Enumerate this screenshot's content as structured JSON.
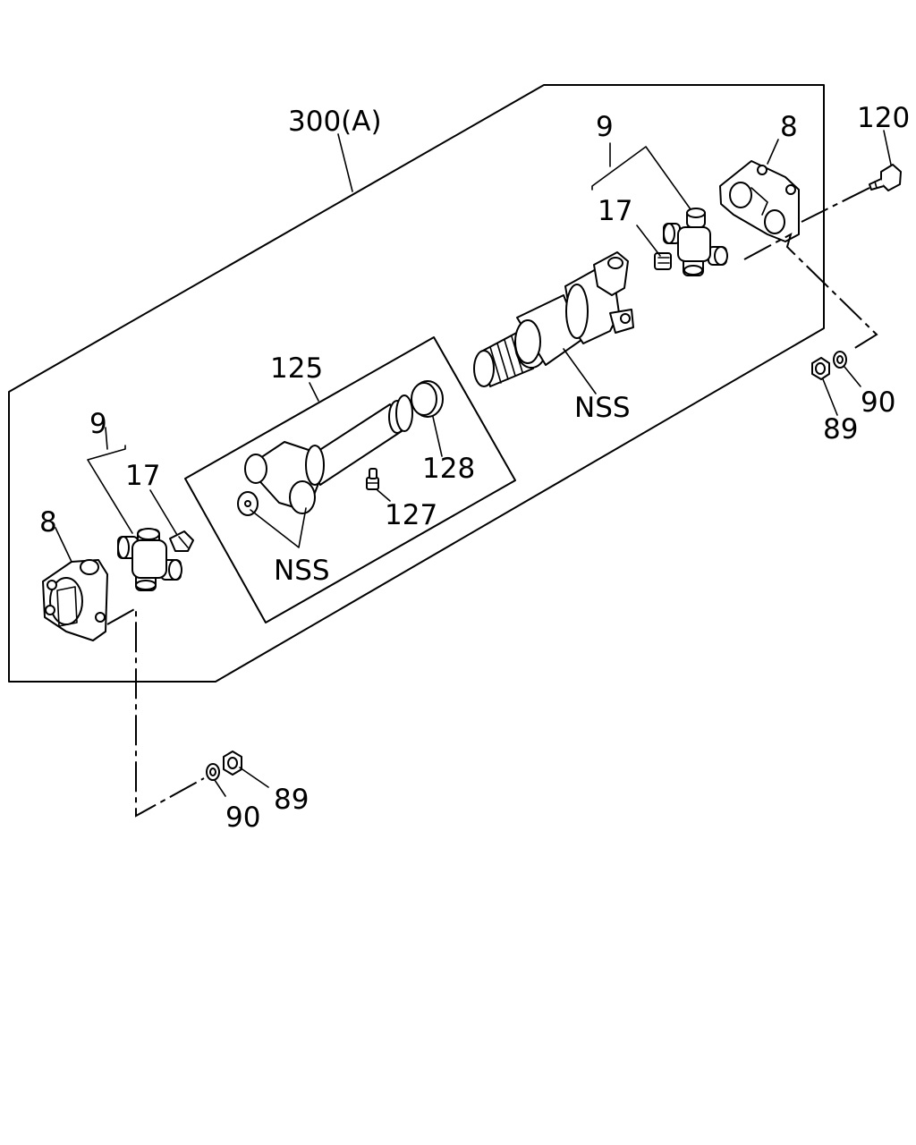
{
  "callouts": {
    "assembly": "300(A)",
    "yoke_right_no": "9",
    "flange_right_no": "8",
    "bolt_no": "120",
    "grease_right_no": "17",
    "nss_right": "NSS",
    "washer_right_no": "90",
    "nut_right_no": "89",
    "shaft_no": "125",
    "boot_no": "128",
    "nipple_no": "127",
    "nss_left": "NSS",
    "yoke_left_no": "9",
    "grease_left_no": "17",
    "flange_left_no": "8",
    "nut_left_no": "89",
    "washer_left_no": "90"
  }
}
